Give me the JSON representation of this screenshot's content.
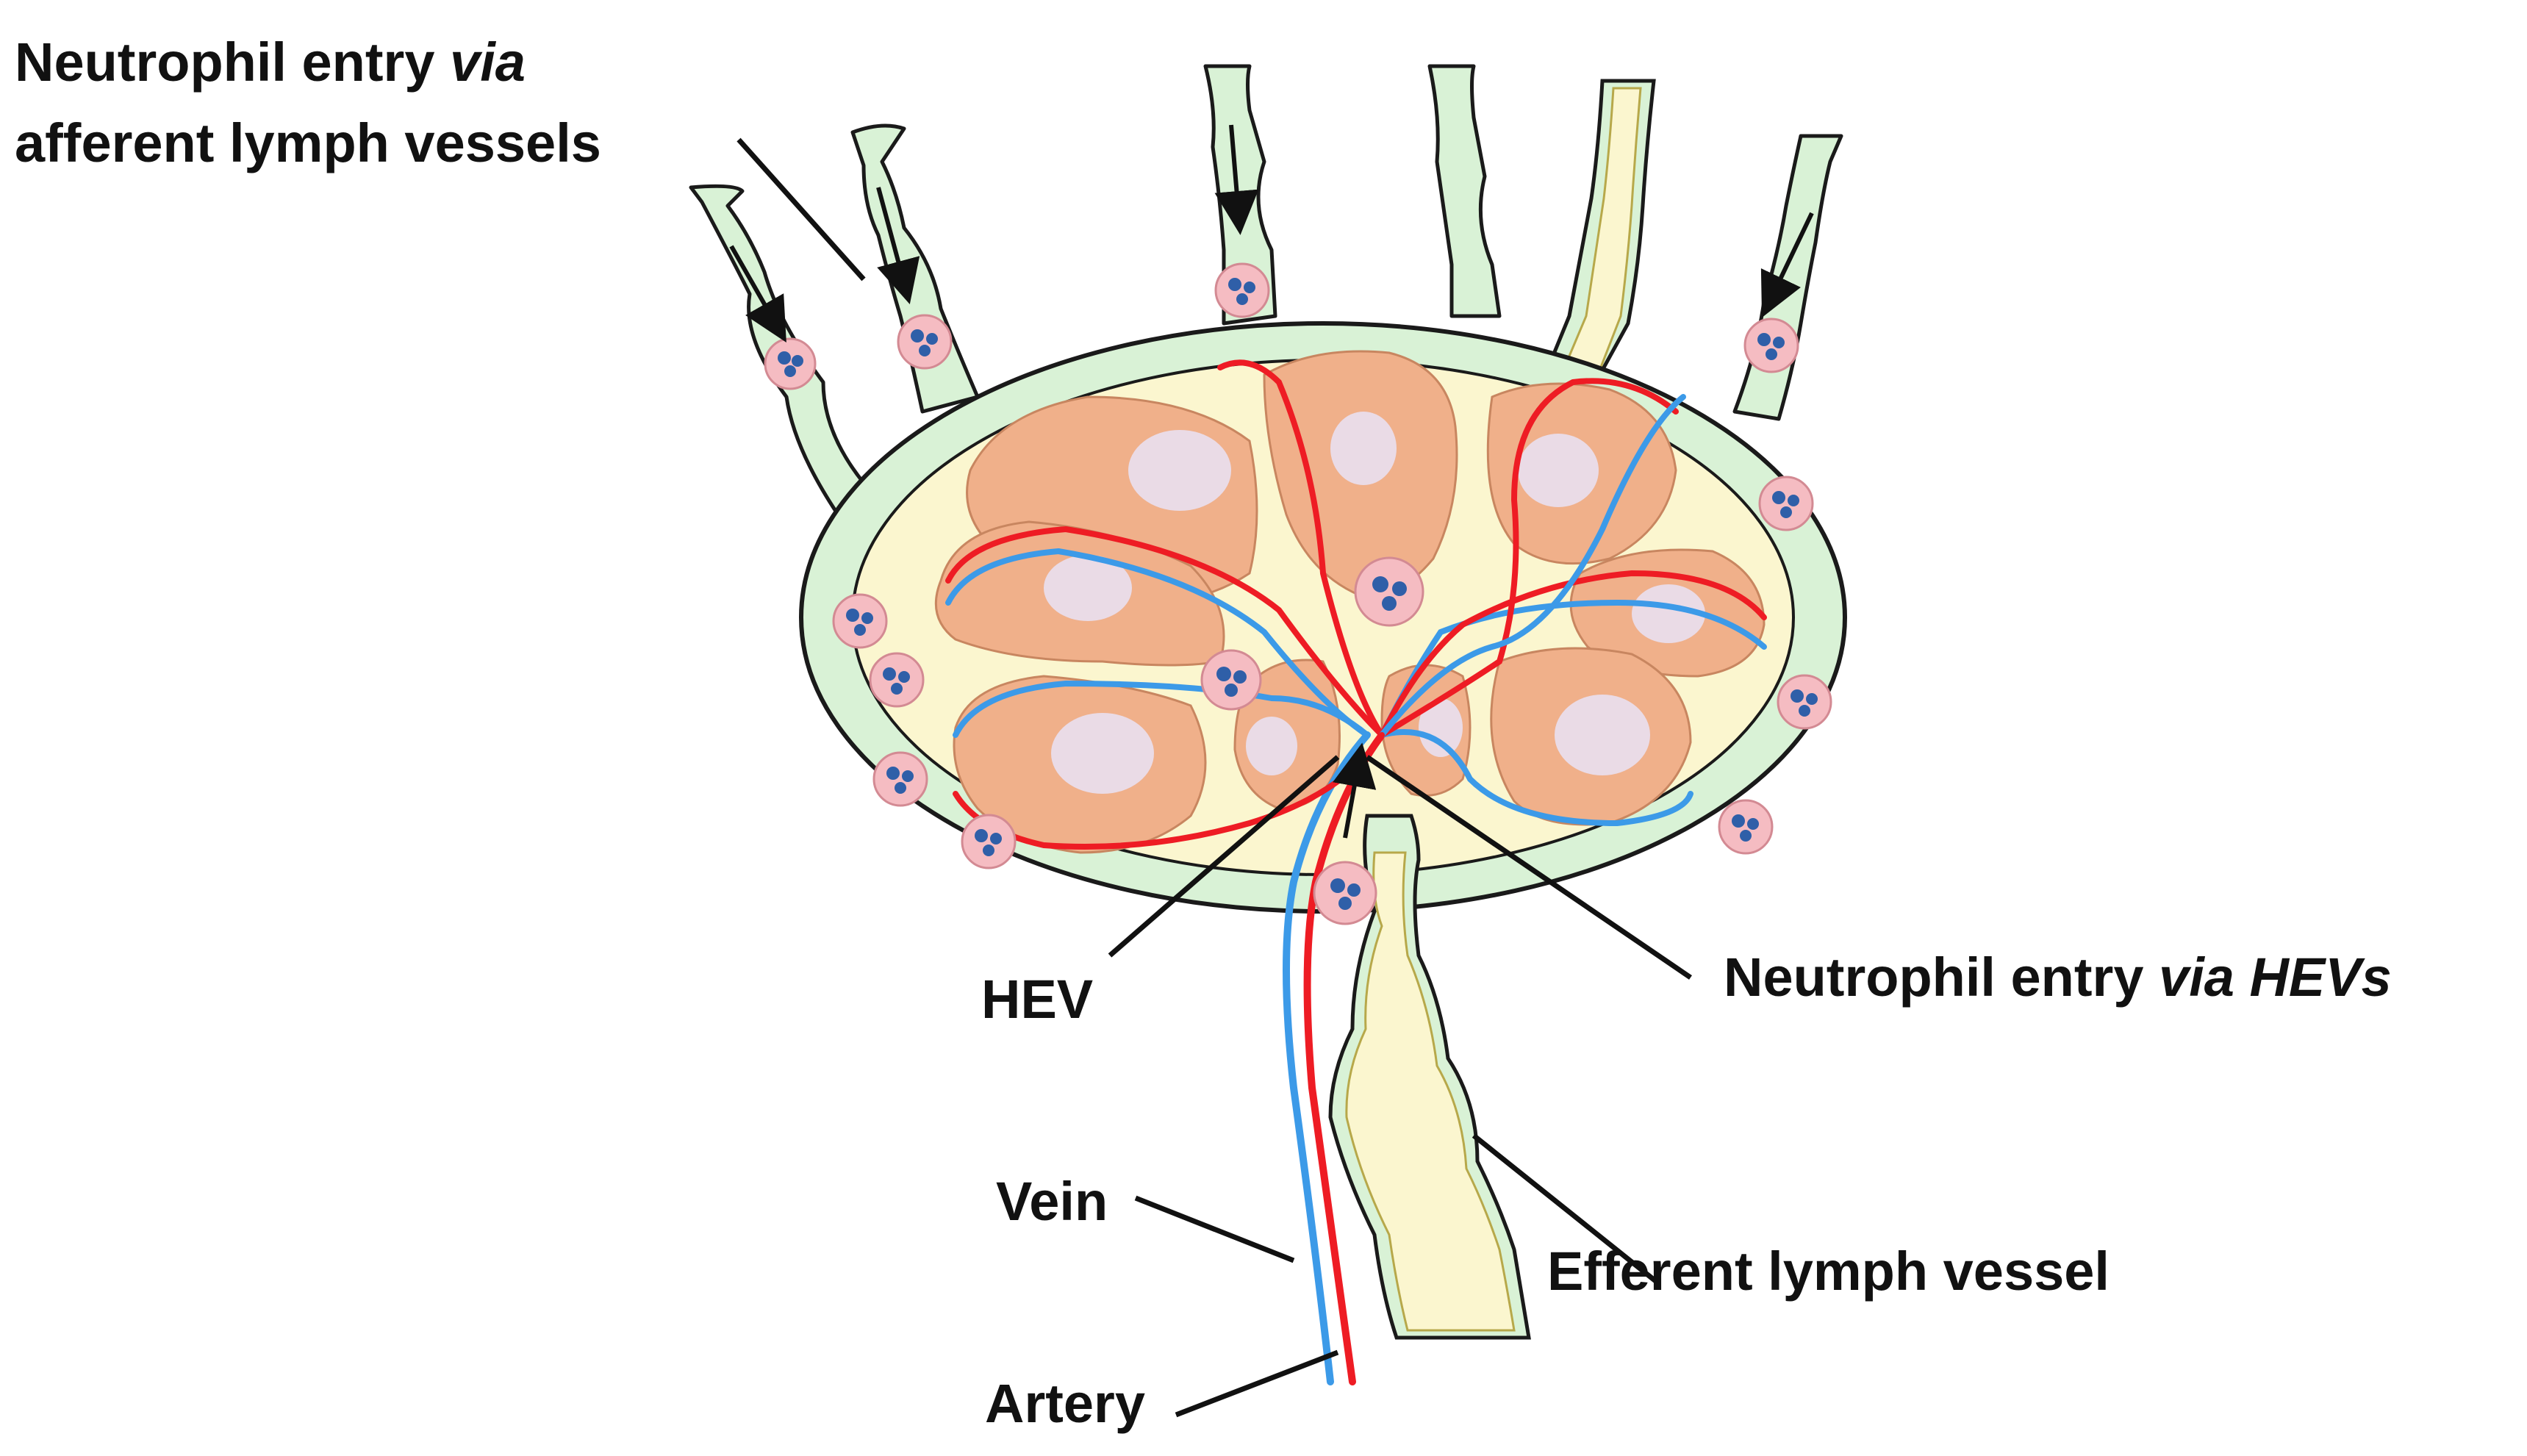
{
  "labels": {
    "afferent_line1_prefix": "Neutrophil entry ",
    "afferent_line1_italic": "via",
    "afferent_line2": "afferent lymph vessels",
    "hev_entry_prefix": "Neutrophil entry ",
    "hev_entry_italic": "via HEVs",
    "hev": "HEV",
    "vein": "Vein",
    "efferent": "Efferent lymph vessel",
    "artery": "Artery"
  },
  "colors": {
    "capsule": "#d9f2d6",
    "follicle": "#f0b08a",
    "germinal_center": "#eadbe6",
    "medulla": "#fbf6cf",
    "artery": "#ee1c24",
    "vein": "#3c9ae8",
    "outline": "#1a1a1a",
    "neutrophil": "#f5bcc2",
    "neutrophil_nucleus": "#2f5fa8"
  },
  "icons": [
    "neutrophil-cell",
    "flow-arrow"
  ]
}
